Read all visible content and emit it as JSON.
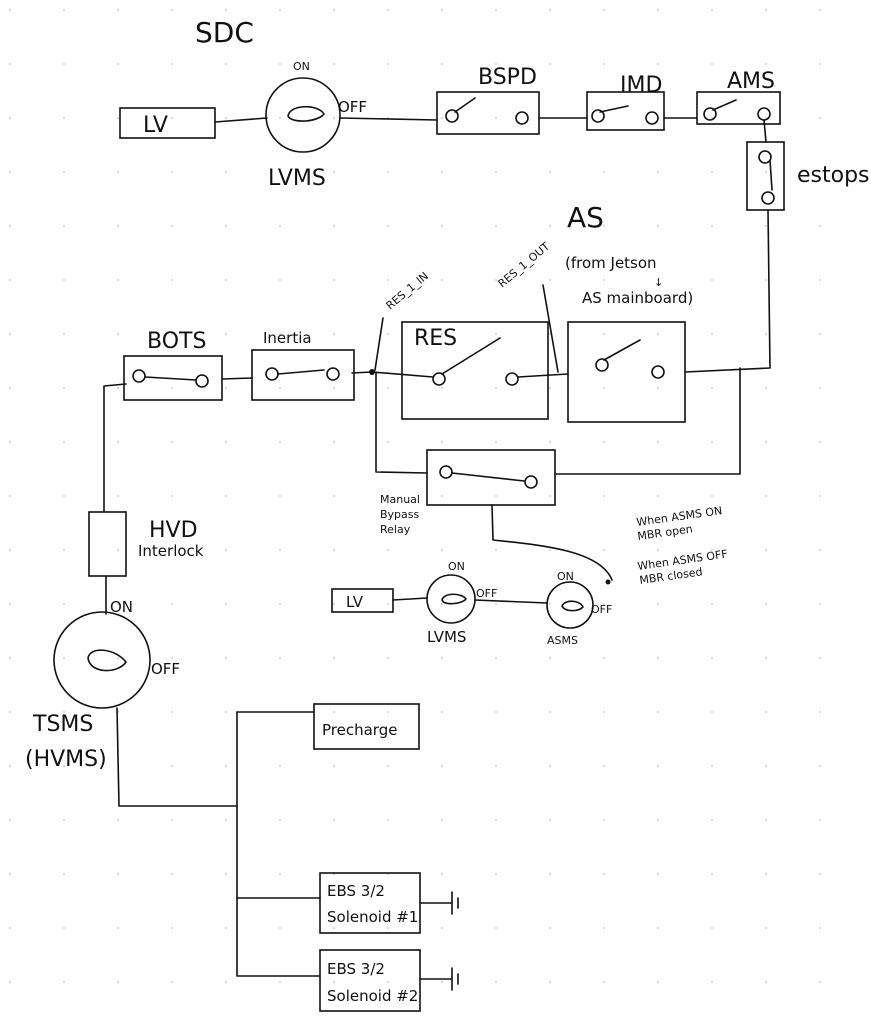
{
  "title": "SDC",
  "labels": {
    "lv_top": "LV",
    "lvms_top": "LVMS",
    "lvms_on_top": "ON",
    "lvms_off_top": "OFF",
    "bspd": "BSPD",
    "imd": "IMD",
    "ams": "AMS",
    "estops": "estops",
    "as_title": "AS",
    "as_note_1": "(from Jetson",
    "as_note_arrow": "↓",
    "as_note_2": "AS mainboard)",
    "res_in": "RES_1_IN",
    "res_out": "RES_1_OUT",
    "res": "RES",
    "bots": "BOTS",
    "inertia": "Inertia",
    "mbr_1": "Manual",
    "mbr_2": "Bypass",
    "mbr_3": "Relay",
    "asms_on_note_1": "When ASMS ON",
    "asms_on_note_2": "MBR open",
    "asms_off_note_1": "When ASMS OFF",
    "asms_off_note_2": "MBR closed",
    "lv_low": "LV",
    "lvms_low": "LVMS",
    "lvms_on_low": "ON",
    "lvms_off_low": "OFF",
    "asms": "ASMS",
    "asms_on": "ON",
    "asms_off": "OFF",
    "hvd_1": "HVD",
    "hvd_2": "Interlock",
    "tsms_on": "ON",
    "tsms_off": "OFF",
    "tsms_1": "TSMS",
    "tsms_2": "(HVMS)",
    "precharge": "Precharge",
    "ebs1_1": "EBS 3/2",
    "ebs1_2": "Solenoid #1",
    "ebs2_1": "EBS 3/2",
    "ebs2_2": "Solenoid #2"
  }
}
